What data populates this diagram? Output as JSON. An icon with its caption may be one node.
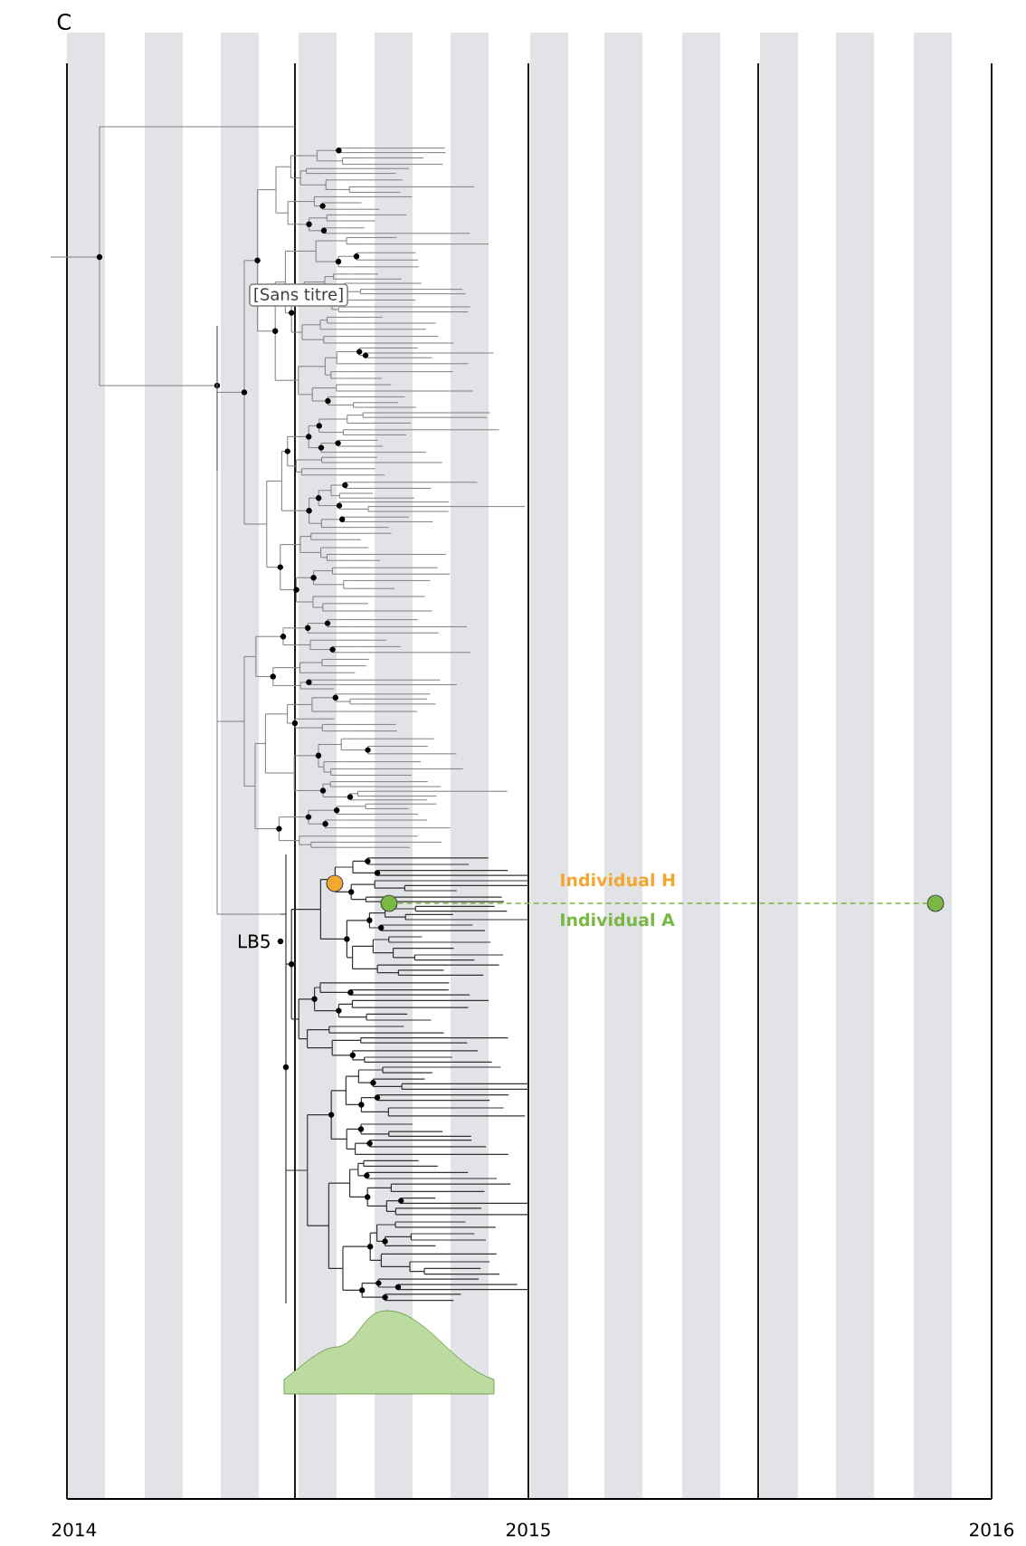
{
  "diagram": {
    "nodes": [
      {
        "text": [
          "[Sans titre]"
        ]
      },
      {
        "text": [],
        "shape": "circle"
      },
      {
        "text": [],
        "shape": "circle"
      },
      {
        "text": [],
        "shape": "circle"
      }
    ],
    "edges": [
      {
        "from": 2,
        "to": 3,
        "arrow": "none",
        "style": "dashed",
        "color": "#78b843"
      }
    ],
    "labels": [
      "C",
      "Individual H",
      "Individual A",
      "LB5",
      "2014",
      "2015",
      "2016"
    ]
  }
}
